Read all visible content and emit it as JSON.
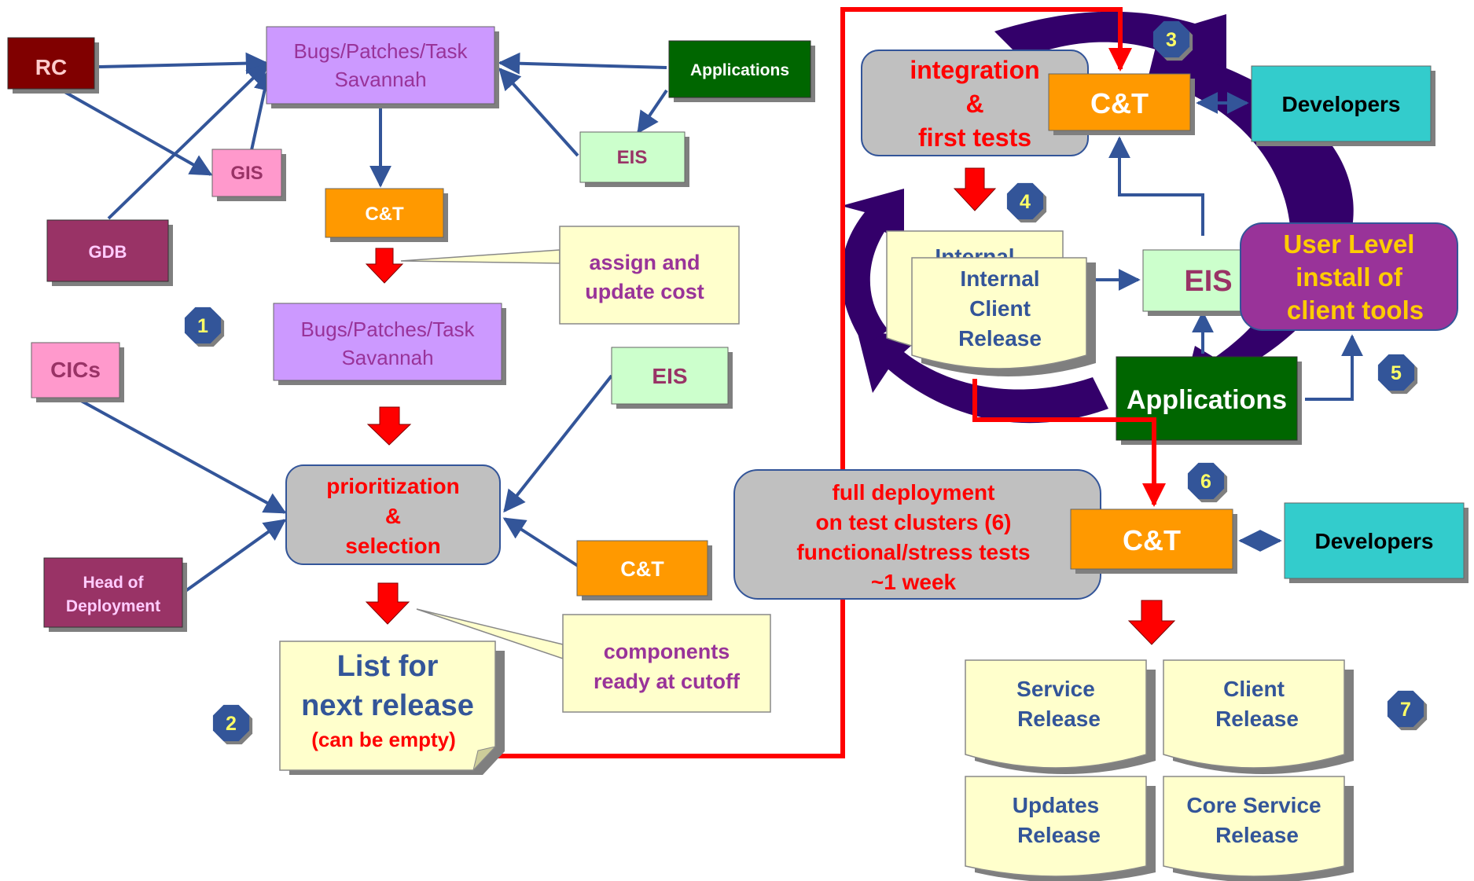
{
  "colors": {
    "rc": "#800000",
    "savannah": "#cc99ff",
    "savannah_text": "#993399",
    "applications": "#006600",
    "eis": "#ccffcc",
    "eis_text": "#993366",
    "gis": "#ff99cc",
    "gdb": "#993366",
    "ct": "#ff9900",
    "gray_box": "#c0c0c0",
    "note": "#ffffcc",
    "developers": "#33cccc",
    "user_level": "#993399",
    "user_level_text": "#ffcc00",
    "doc_text": "#333399",
    "red": "#ff0000",
    "blue_arrow": "#335599",
    "dark_swirl": "#33006a",
    "badge": "#335599",
    "badge_text": "#ffff66"
  },
  "left": {
    "rc": "RC",
    "savannah1_line1": "Bugs/Patches/Task",
    "savannah1_line2": "Savannah",
    "applications": "Applications",
    "eis_top": "EIS",
    "gis": "GIS",
    "gdb": "GDB",
    "ct_top": "C&T",
    "note_assign_line1": "assign and",
    "note_assign_line2": "update cost",
    "savannah2_line1": "Bugs/Patches/Task",
    "savannah2_line2": "Savannah",
    "cics": "CICs",
    "eis_mid": "EIS",
    "prio_line1": "prioritization",
    "prio_line2": "&",
    "prio_line3": "selection",
    "head_line1": "Head of",
    "head_line2": "Deployment",
    "ct_mid": "C&T",
    "list_line1": "List for",
    "list_line2": "next release",
    "list_line3": "(can be empty)",
    "note_comp_line1": "components",
    "note_comp_line2": "ready at cutoff"
  },
  "right": {
    "integ_line1": "integration",
    "integ_line2": "&",
    "integ_line3": "first tests",
    "ct_top": "C&T",
    "developers_top": "Developers",
    "internal_back": "Internal",
    "internal_line1": "Internal",
    "internal_line2": "Client",
    "internal_line3": "Release",
    "eis": "EIS",
    "user_line1": "User Level",
    "user_line2": "install of",
    "user_line3": "client tools",
    "applications": "Applications",
    "full_line1": "full deployment",
    "full_line2": "on test clusters (6)",
    "full_line3": "functional/stress tests",
    "full_line4": "~1 week",
    "ct_bottom": "C&T",
    "developers_bottom": "Developers",
    "service_line1": "Service",
    "service_line2": "Release",
    "client_line1": "Client",
    "client_line2": "Release",
    "updates_line1": "Updates",
    "updates_line2": "Release",
    "core_line1": "Core Service",
    "core_line2": "Release"
  },
  "badges": [
    "1",
    "2",
    "3",
    "4",
    "5",
    "6",
    "7"
  ]
}
